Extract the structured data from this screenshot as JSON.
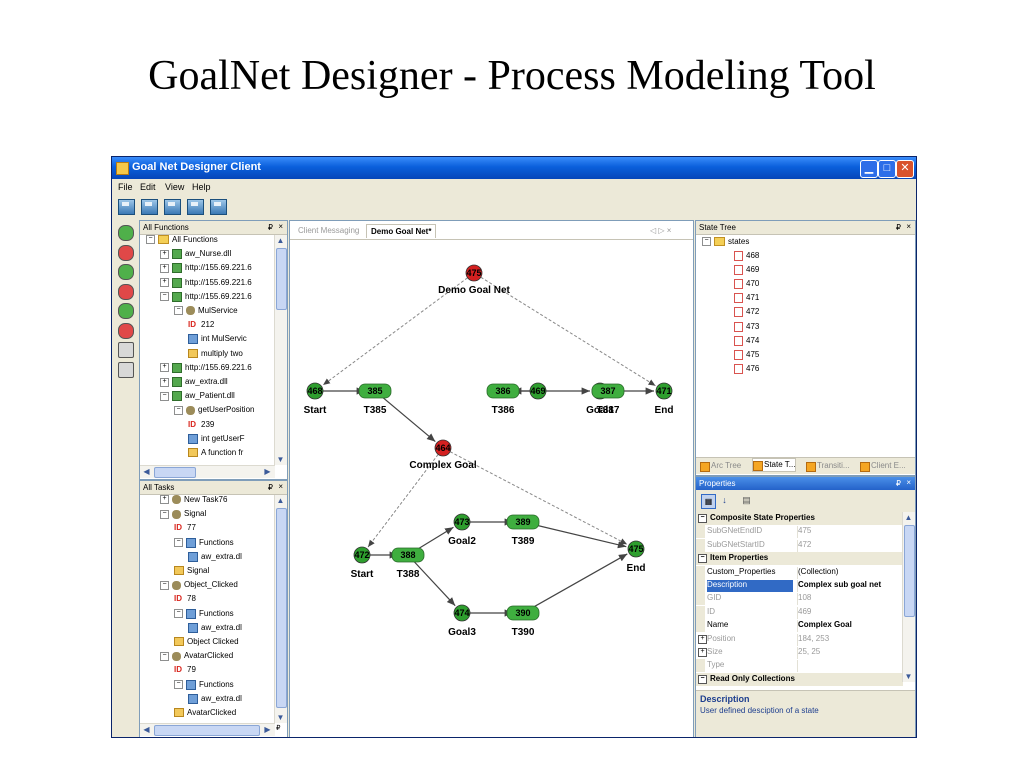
{
  "slide": {
    "title": "GoalNet Designer - Process Modeling Tool"
  },
  "window": {
    "title": "Goal Net Designer Client"
  },
  "menu": [
    "File",
    "Edit",
    "View",
    "Help"
  ],
  "toolbar_icons": [
    "open-icon",
    "open-folder-icon",
    "save-icon",
    "delete-icon",
    "export-icon"
  ],
  "sidebar_tools": [
    {
      "name": "add-state-tool-icon",
      "color": "#4fb04a"
    },
    {
      "name": "add-composite-state-tool-icon",
      "color": "#e04848"
    },
    {
      "name": "add-transition-tool-icon",
      "color": "#4fb04a"
    },
    {
      "name": "add-goal-tool-icon",
      "color": "#e04848"
    },
    {
      "name": "add-arc-tool-icon",
      "color": "#4fb04a"
    },
    {
      "name": "add-complex-arc-tool-icon",
      "color": "#e04848"
    },
    {
      "name": "hand-tool-icon",
      "color": "#d8d8d8"
    },
    {
      "name": "pointer-tool-icon",
      "color": "#d8d8d8"
    }
  ],
  "functions_panel": {
    "title": "All Functions",
    "pin": "₽",
    "close": "×",
    "items": [
      {
        "level": 0,
        "exp": "−",
        "icon": "folder",
        "label": "All Functions"
      },
      {
        "level": 1,
        "exp": "+",
        "icon": "green",
        "label": "aw_Nurse.dll"
      },
      {
        "level": 1,
        "exp": "+",
        "icon": "green",
        "label": "http://155.69.221.6"
      },
      {
        "level": 1,
        "exp": "+",
        "icon": "green",
        "label": "http://155.69.221.6"
      },
      {
        "level": 1,
        "exp": "−",
        "icon": "green",
        "label": "http://155.69.221.6"
      },
      {
        "level": 2,
        "exp": "−",
        "icon": "gear",
        "label": "MulService"
      },
      {
        "level": 3,
        "exp": "",
        "icon": "",
        "id": "ID",
        "label": "212"
      },
      {
        "level": 3,
        "exp": "",
        "icon": "func",
        "label": "int MulServic"
      },
      {
        "level": 3,
        "exp": "",
        "icon": "arrow",
        "label": "multiply two"
      },
      {
        "level": 1,
        "exp": "+",
        "icon": "green",
        "label": "http://155.69.221.6"
      },
      {
        "level": 1,
        "exp": "+",
        "icon": "green",
        "label": "aw_extra.dll"
      },
      {
        "level": 1,
        "exp": "−",
        "icon": "green",
        "label": "aw_Patient.dll"
      },
      {
        "level": 2,
        "exp": "−",
        "icon": "gear",
        "label": "getUserPosition"
      },
      {
        "level": 3,
        "exp": "",
        "icon": "",
        "id": "ID",
        "label": "239"
      },
      {
        "level": 3,
        "exp": "",
        "icon": "func",
        "label": "int getUserF"
      },
      {
        "level": 3,
        "exp": "",
        "icon": "arrow",
        "label": "A function fr"
      }
    ]
  },
  "tasks_panel": {
    "title": "All Tasks",
    "pin": "₽",
    "close": "×",
    "items": [
      {
        "level": 1,
        "exp": "+",
        "icon": "gear",
        "label": "New Task76"
      },
      {
        "level": 1,
        "exp": "−",
        "icon": "gear",
        "label": "Signal"
      },
      {
        "level": 2,
        "exp": "",
        "icon": "",
        "id": "ID",
        "label": "77"
      },
      {
        "level": 2,
        "exp": "−",
        "icon": "func",
        "label": "Functions"
      },
      {
        "level": 3,
        "exp": "",
        "icon": "func",
        "label": "aw_extra.dl"
      },
      {
        "level": 2,
        "exp": "",
        "icon": "arrow",
        "label": "Signal"
      },
      {
        "level": 1,
        "exp": "−",
        "icon": "gear",
        "label": "Object_Clicked"
      },
      {
        "level": 2,
        "exp": "",
        "icon": "",
        "id": "ID",
        "label": "78"
      },
      {
        "level": 2,
        "exp": "−",
        "icon": "func",
        "label": "Functions"
      },
      {
        "level": 3,
        "exp": "",
        "icon": "func",
        "label": "aw_extra.dl"
      },
      {
        "level": 2,
        "exp": "",
        "icon": "arrow",
        "label": "Object Clicked"
      },
      {
        "level": 1,
        "exp": "−",
        "icon": "gear",
        "label": "AvatarClicked"
      },
      {
        "level": 2,
        "exp": "",
        "icon": "",
        "id": "ID",
        "label": "79"
      },
      {
        "level": 2,
        "exp": "−",
        "icon": "func",
        "label": "Functions"
      },
      {
        "level": 3,
        "exp": "",
        "icon": "func",
        "label": "aw_extra.dl"
      },
      {
        "level": 2,
        "exp": "",
        "icon": "arrow",
        "label": "AvatarClicked"
      }
    ],
    "corner_label": "₽"
  },
  "document": {
    "tabs": [
      {
        "label": "Client Messaging",
        "active": false
      },
      {
        "label": "Demo Goal Net*",
        "active": true
      }
    ],
    "nav_controls": "◁ ▷ ×",
    "states": [
      {
        "id": "475",
        "type": "composite",
        "label": "Demo Goal Net"
      },
      {
        "id": "468",
        "type": "state",
        "label": "Start"
      },
      {
        "id": "469",
        "type": "state",
        "label": ""
      },
      {
        "id": "470",
        "type": "state",
        "label": "Goal1"
      },
      {
        "id": "471",
        "type": "state",
        "label": "End"
      },
      {
        "id": "464",
        "type": "composite",
        "label": "Complex Goal"
      },
      {
        "id": "472",
        "type": "state",
        "label": "Start"
      },
      {
        "id": "473",
        "type": "state",
        "label": "Goal2"
      },
      {
        "id": "474",
        "type": "state",
        "label": "Goal3"
      },
      {
        "id": "475",
        "type": "state",
        "label": "End"
      }
    ],
    "transitions": [
      {
        "id": "385",
        "label": "T385"
      },
      {
        "id": "386",
        "label": "T386"
      },
      {
        "id": "387",
        "label": "T387"
      },
      {
        "id": "388",
        "label": "T388"
      },
      {
        "id": "389",
        "label": "T389"
      },
      {
        "id": "390",
        "label": "T390"
      }
    ],
    "colors": {
      "state": "#2e9e2e",
      "composite": "#d42020",
      "transition": "#3fae3f",
      "complex_label": "#e02020"
    }
  },
  "state_tree": {
    "title": "State Tree",
    "pin": "₽",
    "close": "×",
    "root": "states",
    "items": [
      "468",
      "469",
      "470",
      "471",
      "472",
      "473",
      "474",
      "475",
      "476"
    ],
    "tabs": [
      "Arc Tree",
      "State T...",
      "Transiti...",
      "Client E..."
    ]
  },
  "properties": {
    "title": "Properties",
    "pin": "₽",
    "close": "×",
    "rows": [
      {
        "kind": "cat",
        "name": "Composite State Properties"
      },
      {
        "kind": "grey",
        "name": "SubGNetEndID",
        "value": "475"
      },
      {
        "kind": "grey",
        "name": "SubGNetStartID",
        "value": "472"
      },
      {
        "kind": "cat",
        "name": "Item Properties"
      },
      {
        "kind": "normal",
        "name": "Custom_Properties",
        "value": "(Collection)"
      },
      {
        "kind": "sel",
        "name": "Description",
        "value": "Complex sub goal net"
      },
      {
        "kind": "grey",
        "name": "GID",
        "value": "108"
      },
      {
        "kind": "grey",
        "name": "ID",
        "value": "469"
      },
      {
        "kind": "bold",
        "name": "Name",
        "value": "Complex Goal"
      },
      {
        "kind": "grey-exp",
        "name": "Position",
        "value": "184, 253"
      },
      {
        "kind": "grey-exp",
        "name": "Size",
        "value": "25, 25"
      },
      {
        "kind": "grey",
        "name": "Type",
        "value": ""
      },
      {
        "kind": "cat",
        "name": "Read Only Collections"
      }
    ],
    "description_title": "Description",
    "description_text": "User defined desciption of a state"
  }
}
